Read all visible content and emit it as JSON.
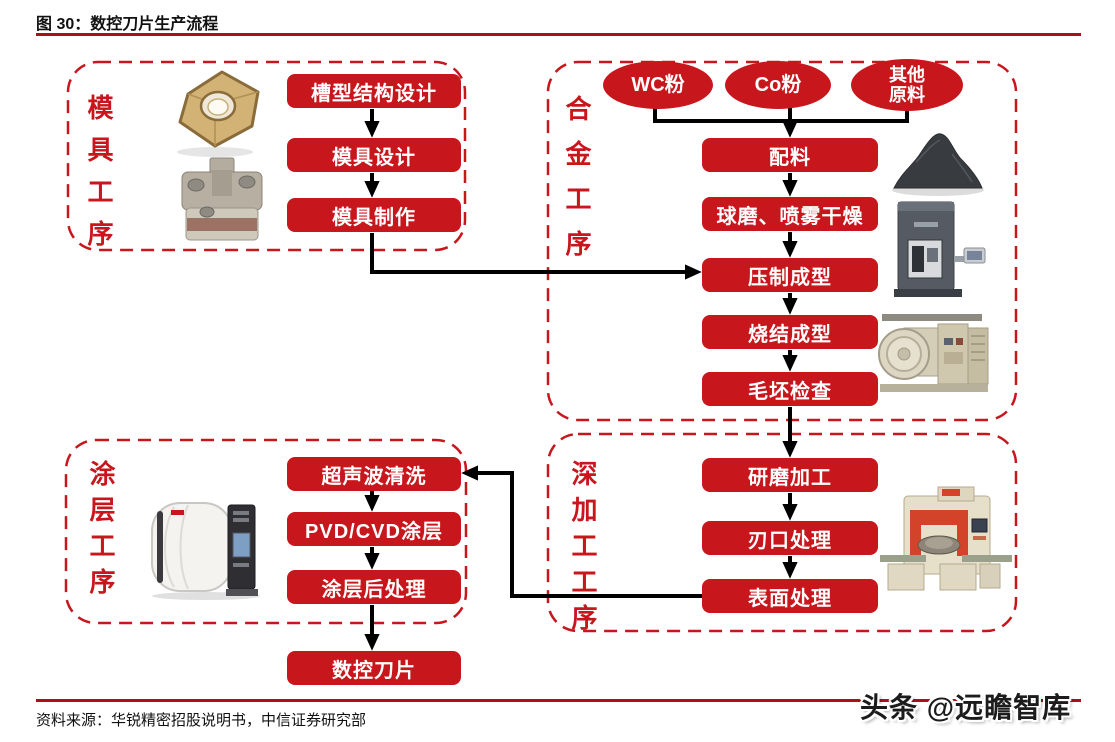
{
  "figure": {
    "title": "图 30：数控刀片生产流程",
    "source": "资料来源：华锐精密招股说明书，中信证券研究部",
    "watermark": "头条 @远瞻智库"
  },
  "colors": {
    "accent_red": "#c8161d",
    "rule_red": "#a51317",
    "arrow_black": "#000000",
    "step_text_white": "#ffffff"
  },
  "groups": {
    "mold": {
      "label": "模具工序",
      "steps": [
        "槽型结构设计",
        "模具设计",
        "模具制作"
      ]
    },
    "alloy": {
      "label": "合金工序",
      "inputs": [
        "WC粉",
        "Co粉",
        "其他原料"
      ],
      "steps": [
        "配料",
        "球磨、喷雾干燥",
        "压制成型",
        "烧结成型",
        "毛坯检查"
      ]
    },
    "deep": {
      "label": "深加工工序",
      "steps": [
        "研磨加工",
        "刃口处理",
        "表面处理"
      ]
    },
    "coating": {
      "label": "涂层工序",
      "steps": [
        "超声波清洗",
        "PVD/CVD涂层",
        "涂层后处理"
      ]
    }
  },
  "final_step": "数控刀片",
  "photos": [
    "carbide-insert-photo",
    "mold-die-photo",
    "alloy-powder-photo",
    "press-machine-photo",
    "sintering-furnace-photo",
    "grinding-machine-photo",
    "coating-machine-photo"
  ]
}
